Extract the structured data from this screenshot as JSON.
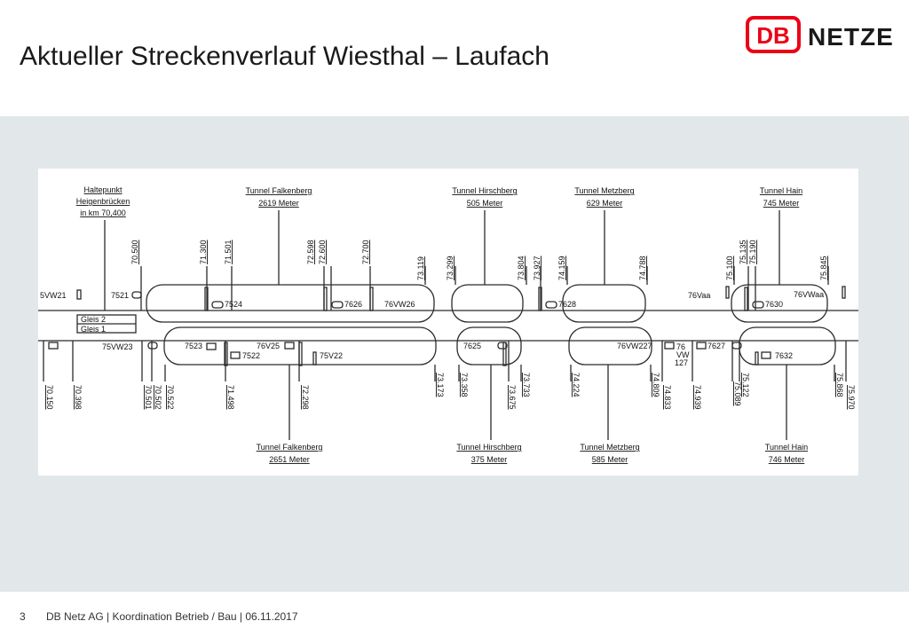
{
  "slide": {
    "title": "Aktueller Streckenverlauf Wiesthal – Laufach",
    "page_number": "3",
    "footer": "DB Netz AG | Koordination Betrieb / Bau | 06.11.2017"
  },
  "logo": {
    "db": "DB",
    "netze": "NETZE",
    "brand_color": "#ec0016"
  },
  "tracks": {
    "gleis2": "Gleis 2",
    "gleis1": "Gleis 1"
  },
  "top_labels": [
    {
      "id": "haltepunkt",
      "lines": [
        "Haltepunkt",
        "Heigenbrücken",
        "in km 70,400"
      ]
    },
    {
      "id": "tunnel-falkenberg-top",
      "lines": [
        "Tunnel Falkenberg",
        "2619 Meter"
      ]
    },
    {
      "id": "tunnel-hirschberg-top",
      "lines": [
        "Tunnel Hirschberg",
        "505 Meter"
      ]
    },
    {
      "id": "tunnel-metzberg-top",
      "lines": [
        "Tunnel Metzberg",
        "629 Meter"
      ]
    },
    {
      "id": "tunnel-hain-top",
      "lines": [
        "Tunnel Hain",
        "745 Meter"
      ]
    }
  ],
  "bottom_labels": [
    {
      "id": "tunnel-falkenberg-bottom",
      "lines": [
        "Tunnel Falkenberg",
        "2651 Meter"
      ]
    },
    {
      "id": "tunnel-hirschberg-bottom",
      "lines": [
        "Tunnel Hirschberg",
        "375 Meter"
      ]
    },
    {
      "id": "tunnel-metzberg-bottom",
      "lines": [
        "Tunnel Metzberg",
        "585 Meter"
      ]
    },
    {
      "id": "tunnel-hain-bottom",
      "lines": [
        "Tunnel Hain",
        "746 Meter"
      ]
    }
  ],
  "km_top": [
    "70.500",
    "71.300",
    "71.501",
    "72.598",
    "72.600",
    "72.700",
    "73.119",
    "73.299",
    "73.804",
    "73.927",
    "74.159",
    "74.788",
    "75.100",
    "75.135",
    "75.190",
    "75.845"
  ],
  "km_bottom": [
    "70.150",
    "70.398",
    "70.501",
    "70.502",
    "70.522",
    "71.498",
    "72.298",
    "73.173",
    "73.358",
    "73.675",
    "73.733",
    "74.224",
    "74.809",
    "74.833",
    "74.939",
    "75.089",
    "75.122",
    "75.868",
    "75.970"
  ],
  "signals_top": [
    "5VW21",
    "7521",
    "7524",
    "7626",
    "76VW26",
    "7628",
    "76Vaa",
    "7630",
    "76VWaa"
  ],
  "signals_bottom": [
    "75VW23",
    "7523",
    "7522",
    "76V25",
    "75V22",
    "7625",
    "76VW227",
    "76",
    "VW",
    "127",
    "7627",
    "7632"
  ]
}
